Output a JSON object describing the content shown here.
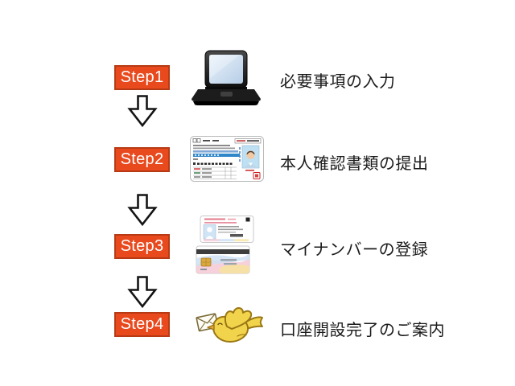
{
  "steps": [
    {
      "label": "Step1",
      "description": "必要事項の入力",
      "icon": "laptop-icon"
    },
    {
      "label": "Step2",
      "description": "本人確認書類の提出",
      "icon": "drivers-license-icon"
    },
    {
      "label": "Step3",
      "description": "マイナンバーの登録",
      "icon": "my-number-card-icon"
    },
    {
      "label": "Step4",
      "description": "口座開設完了のご案内",
      "icon": "carrier-pigeon-mail-icon"
    }
  ],
  "connector": "down-arrow",
  "colors": {
    "background": "#ffffff",
    "step_box_fill": "#e8491d",
    "step_box_border": "#b73a14",
    "step_label_text": "#ffffff",
    "description_text": "#1b1b1b",
    "arrow_fill": "#ffffff",
    "arrow_outline": "#141414",
    "bird_yellow": "#f2d44c",
    "bird_outline": "#9a7714",
    "license_band_blue": "#2f86c9",
    "stamp_red": "#cc2222"
  }
}
